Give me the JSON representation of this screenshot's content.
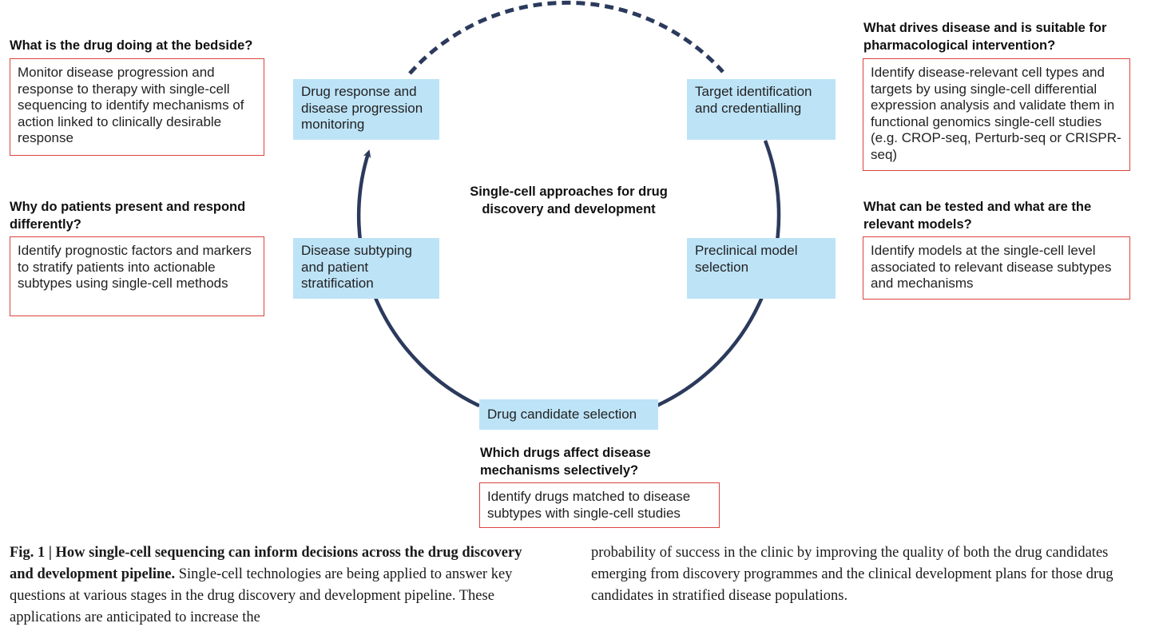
{
  "diagram": {
    "center_title": "Single-cell approaches for drug discovery and development",
    "stages": {
      "drug_response": "Drug response and disease progression monitoring",
      "target_identification": "Target identification and credentialling",
      "disease_subtyping": "Disease subtyping and patient stratification",
      "preclinical_model": "Preclinical model selection",
      "drug_candidate": "Drug candidate selection"
    },
    "questions": {
      "bedside": "What is the drug doing at the bedside?",
      "patients": "Why do patients present and respond differently?",
      "drives_disease": "What drives disease and is suitable for pharmacological intervention?",
      "tested_models": "What can be tested and what are the relevant models?",
      "drugs_affect": "Which drugs affect disease mechanisms selectively?"
    },
    "answers": {
      "bedside": "Monitor disease progression and response to therapy with single-cell sequencing to identify mechanisms of action linked to clinically desirable response",
      "patients": "Identify prognostic factors and markers to stratify patients into actionable subtypes using single-cell methods",
      "drives_disease": "Identify disease-relevant cell types and targets by using single-cell differential expression analysis and validate them in functional genomics single-cell studies (e.g. CROP-seq, Perturb-seq or CRISPR-seq)",
      "tested_models": "Identify models at the single-cell level associated to relevant disease subtypes and mechanisms",
      "drugs_affect": "Identify drugs matched to disease subtypes with single-cell studies"
    },
    "colors": {
      "stage_fill": "#bde3f7",
      "answer_border": "#d9453f",
      "cycle_line": "#2b3a5c"
    }
  },
  "caption": {
    "label": "Fig. 1 | How single-cell sequencing can inform decisions across the drug discovery and development pipeline.",
    "text_left": "Single-cell technologies are being applied to answer key questions at various stages in the drug discovery and development pipeline. These applications are anticipated to increase the",
    "text_right": "probability of success in the clinic by improving the quality of both the drug candidates emerging from discovery programmes and the clinical development plans for those drug candidates in stratified disease populations."
  }
}
